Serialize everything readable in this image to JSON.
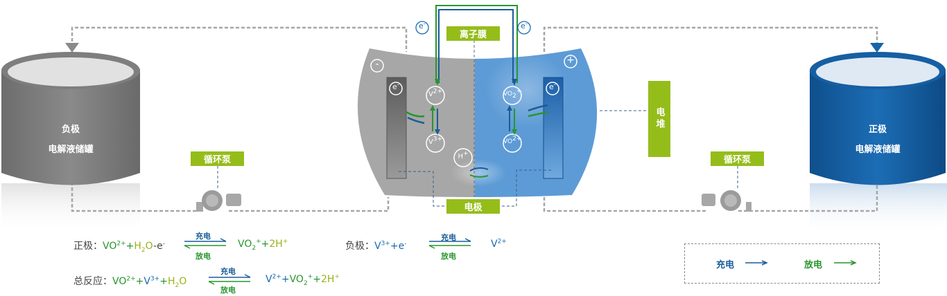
{
  "tank_left": {
    "line1": "负极",
    "line2": "电解液储罐"
  },
  "tank_right": {
    "line1": "正极",
    "line2": "电解液储罐"
  },
  "pump_left": "循环泵",
  "pump_right": "循环泵",
  "membrane": "离子膜",
  "electrode": "电极",
  "stack": "电堆",
  "electron": "e",
  "minus": "-",
  "plus": "+",
  "ions": {
    "v2": "V",
    "v3": "V",
    "vo2p": "VO",
    "vo2": "VO",
    "h": "H"
  },
  "equations": {
    "positive": {
      "label": "正极：",
      "charge": "充电",
      "discharge": "放电"
    },
    "negative": {
      "label": "负极：",
      "charge": "充电",
      "discharge": "放电"
    },
    "total": {
      "label": "总反应：",
      "charge": "充电",
      "discharge": "放电"
    }
  },
  "legend": {
    "charge": "充电",
    "discharge": "放电",
    "charge_color": "#1a5c98",
    "discharge_color": "#27962e"
  },
  "colors": {
    "gray": "#8c8c8c",
    "blue": "#1565a8",
    "green": "#95bd1a",
    "cell_blue": "#5b9bd5"
  }
}
